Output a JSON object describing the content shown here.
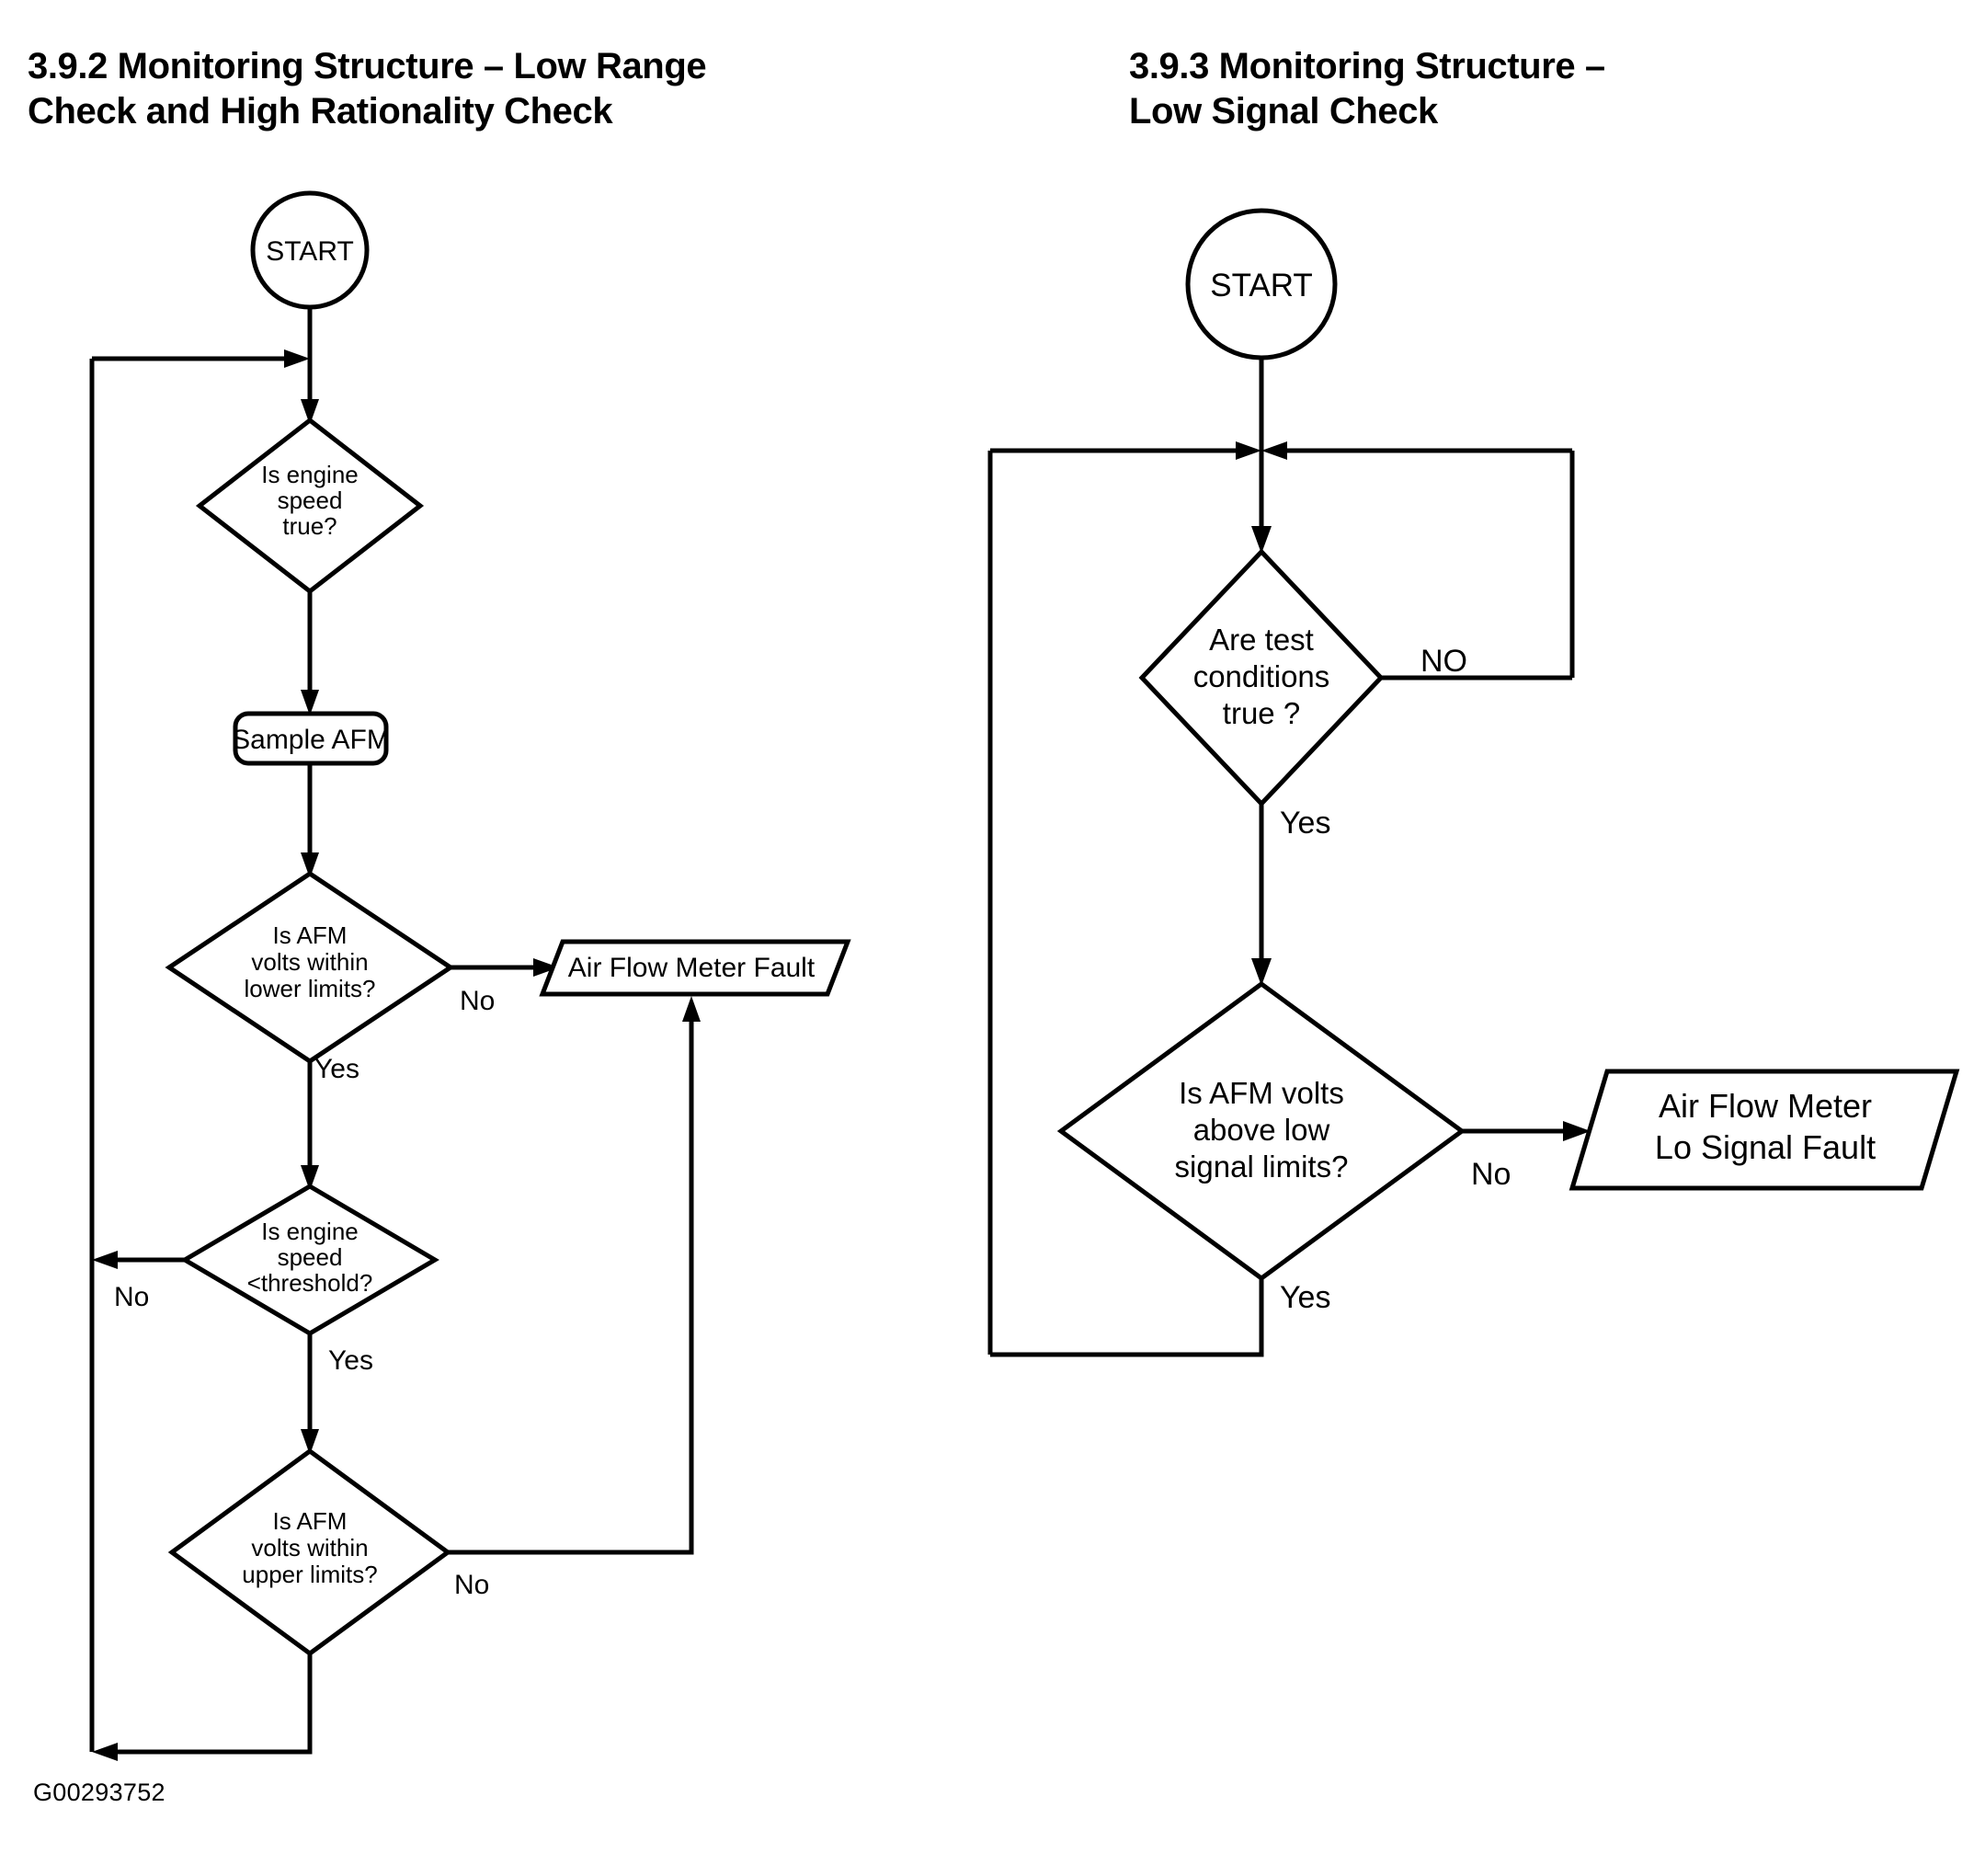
{
  "figure": {
    "id": "G00293752"
  },
  "sections": [
    {
      "number": "3.9.2",
      "title": "Monitoring Structure – Low Range\nCheck and High Rationality Check",
      "heading_full": "3.9.2   Monitoring Structure – Low Range\nCheck and High Rationality Check"
    },
    {
      "number": "3.9.3",
      "title": "Monitoring Structure –\nLow Signal Check",
      "heading_full": "3.9.3   Monitoring Structure –\nLow Signal Check"
    }
  ],
  "flowchart_left": {
    "nodes": {
      "start": {
        "type": "terminator",
        "label": "START"
      },
      "engine_speed_true": {
        "type": "decision",
        "label": "Is engine\nspeed\ntrue?",
        "line1": "Is engine",
        "line2": "speed",
        "line3": "true?"
      },
      "sample_afm": {
        "type": "process",
        "label": "Sample AFM"
      },
      "afm_lower": {
        "type": "decision",
        "label": "Is AFM\nvolts within\nlower limits?",
        "line1": "Is AFM",
        "line2": "volts within",
        "line3": "lower limits?"
      },
      "fault": {
        "type": "io",
        "label": "Air Flow Meter Fault"
      },
      "engine_speed_threshold": {
        "type": "decision",
        "label": "Is engine\nspeed\n<threshold?",
        "line1": "Is engine",
        "line2": "speed",
        "line3": "<threshold?"
      },
      "afm_upper": {
        "type": "decision",
        "label": "Is AFM\nvolts within\nupper limits?",
        "line1": "Is AFM",
        "line2": "volts within",
        "line3": "upper limits?"
      }
    },
    "edge_labels": {
      "afm_lower_no": "No",
      "afm_lower_yes": "Yes",
      "threshold_no": "No",
      "threshold_yes": "Yes",
      "afm_upper_no": "No"
    }
  },
  "flowchart_right": {
    "nodes": {
      "start": {
        "type": "terminator",
        "label": "START"
      },
      "test_conditions": {
        "type": "decision",
        "label": "Are test\nconditions\ntrue ?",
        "line1": "Are test",
        "line2": "conditions",
        "line3": "true ?"
      },
      "afm_low_signal": {
        "type": "decision",
        "label": "Is AFM volts\nabove low\nsignal limits?",
        "line1": "Is AFM volts",
        "line2": "above low",
        "line3": "signal limits?"
      },
      "fault": {
        "type": "io",
        "label": "Air Flow Meter\nLo Signal Fault",
        "line1": "Air Flow Meter",
        "line2": "Lo Signal Fault"
      }
    },
    "edge_labels": {
      "test_conditions_no": "NO",
      "test_conditions_yes": "Yes",
      "afm_low_signal_no": "No",
      "afm_low_signal_yes": "Yes"
    }
  },
  "colors": {
    "ink": "#000000",
    "paper": "#ffffff"
  }
}
